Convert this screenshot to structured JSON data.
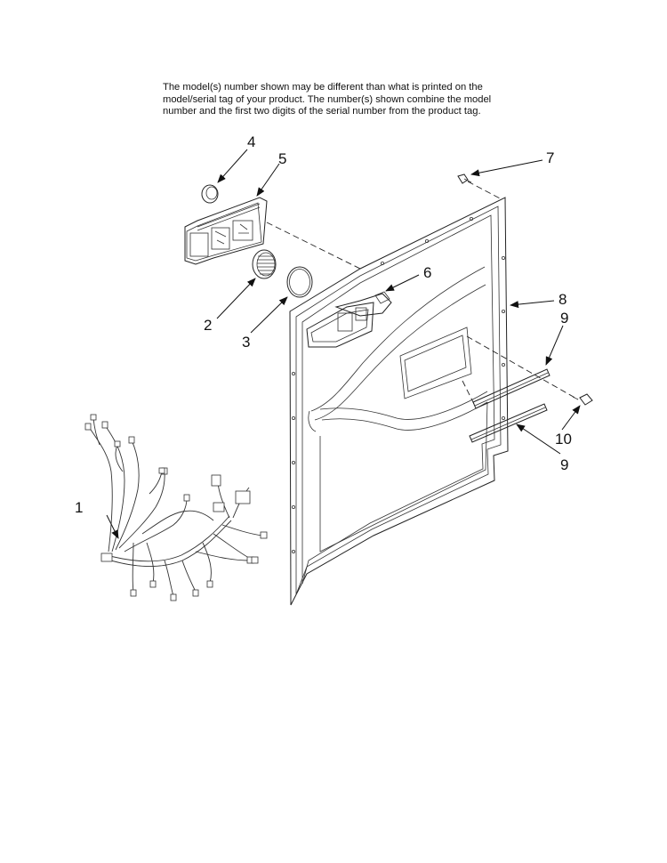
{
  "notice": "The model(s) number shown may be different than what is printed on the\nmodel/serial tag of your product. The number(s) shown combine the model\nnumber and the first two digits of the serial number from the product tag.",
  "callouts": {
    "c1": "1",
    "c2": "2",
    "c3": "3",
    "c4": "4",
    "c5": "5",
    "c6": "6",
    "c7": "7",
    "c8": "8",
    "c9a": "9",
    "c9b": "9",
    "c10": "10"
  },
  "parts": [
    {
      "callout": "1",
      "icon": "wire-harness-icon"
    },
    {
      "callout": "2",
      "icon": "vent-grille-icon"
    },
    {
      "callout": "3",
      "icon": "gasket-ring-icon"
    },
    {
      "callout": "4",
      "icon": "knob-plug-icon"
    },
    {
      "callout": "5",
      "icon": "control-panel-icon"
    },
    {
      "callout": "6",
      "icon": "dispenser-icon"
    },
    {
      "callout": "7",
      "icon": "screw-icon"
    },
    {
      "callout": "8",
      "icon": "inner-door-panel-icon"
    },
    {
      "callout": "9",
      "icon": "door-bracket-icon"
    },
    {
      "callout": "10",
      "icon": "screw-icon"
    }
  ]
}
